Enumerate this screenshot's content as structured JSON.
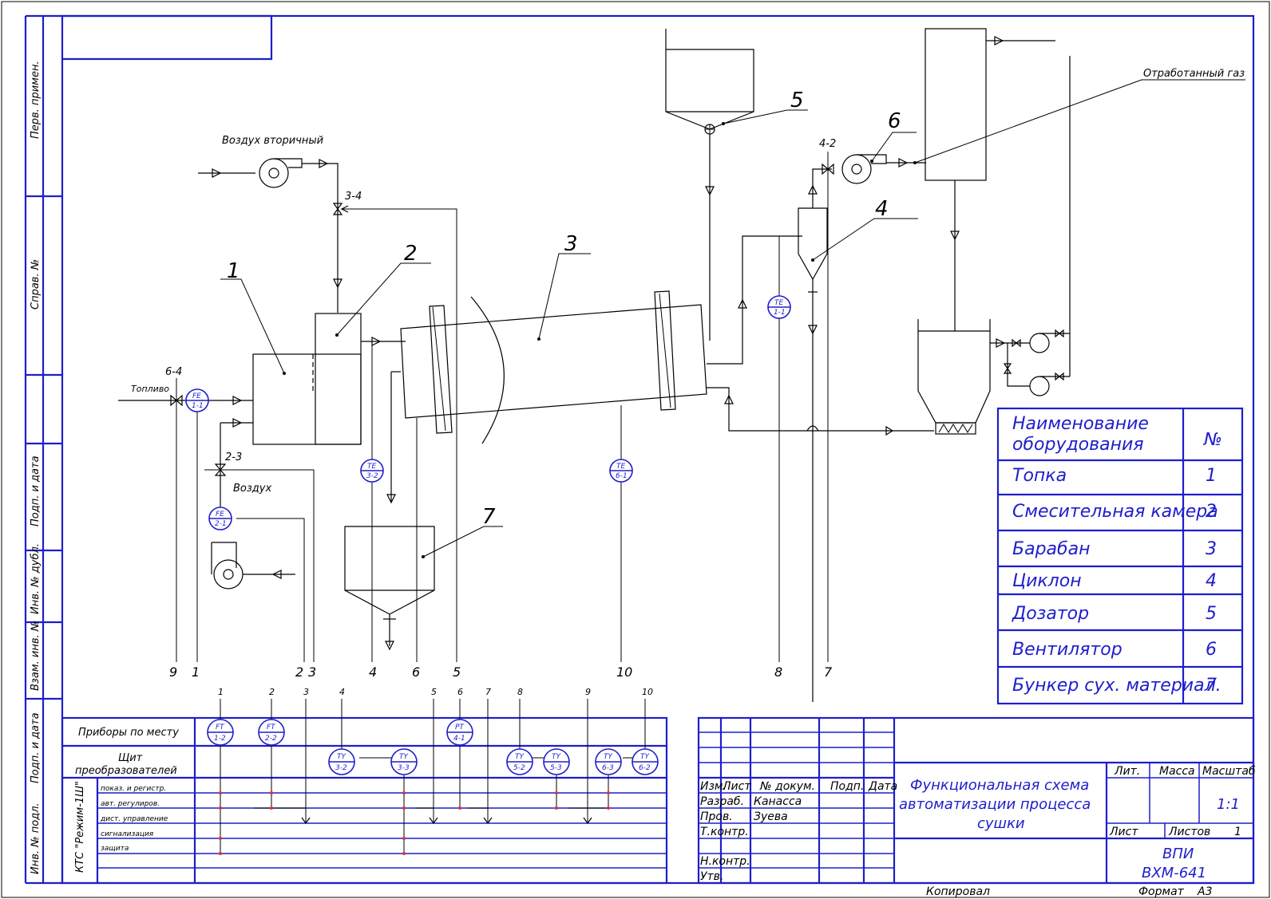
{
  "side_labels": [
    "Перв. примен.",
    "Справ. №",
    "Подп. и дата",
    "Инв. № дубл.",
    "Взам. инв. №",
    "Подп. и дата",
    "Инв. № подл."
  ],
  "streams": {
    "secondary_air": "Воздух вторичный",
    "fuel": "Топливо",
    "air": "Воздух",
    "exhaust_gas": "Отработанный газ"
  },
  "equipment_callouts": [
    "1",
    "2",
    "3",
    "4",
    "5",
    "6",
    "7"
  ],
  "valve_tags": [
    "3-4",
    "6-4",
    "2-3",
    "4-2"
  ],
  "devices": [
    {
      "tag": "FE",
      "num": "1-1"
    },
    {
      "tag": "FE",
      "num": "2-1"
    },
    {
      "tag": "TE",
      "num": "3-2"
    },
    {
      "tag": "TE",
      "num": "6-1"
    },
    {
      "tag": "TE",
      "num": "1-1"
    }
  ],
  "line_numbers": [
    "9",
    "1",
    "2",
    "3",
    "4",
    "6",
    "5",
    "10",
    "8",
    "7"
  ],
  "bottom_panel": {
    "row_field": "Приборы по месту",
    "row_shield": "Щит преобразователей",
    "kts_label": "КТС \"Режим-1Ш\"",
    "function_rows": [
      "показ. и регистр.",
      "авт. регулиров.",
      "дист. управление",
      "сигнализация",
      "защита"
    ],
    "column_numbers": [
      "1",
      "2",
      "3",
      "4",
      "5",
      "6",
      "7",
      "8",
      "9",
      "10"
    ],
    "field_devices": [
      {
        "tag": "FT",
        "num": "1-2"
      },
      {
        "tag": "FT",
        "num": "2-2"
      },
      {
        "tag": "PT",
        "num": "4-1"
      }
    ],
    "shield_devices": [
      {
        "tag": "TY",
        "num": "3-2"
      },
      {
        "tag": "TY",
        "num": "3-3"
      },
      {
        "tag": "TY",
        "num": "5-2"
      },
      {
        "tag": "TY",
        "num": "5-3"
      },
      {
        "tag": "TY",
        "num": "6-3"
      },
      {
        "tag": "TY",
        "num": "6-2"
      }
    ]
  },
  "equipment_table": {
    "header_name": "Наименование оборудования",
    "header_num": "№",
    "rows": [
      {
        "name": "Топка",
        "num": "1"
      },
      {
        "name": "Смесительная камера",
        "num": "2"
      },
      {
        "name": "Барабан",
        "num": "3"
      },
      {
        "name": "Циклон",
        "num": "4"
      },
      {
        "name": "Дозатор",
        "num": "5"
      },
      {
        "name": "Вентилятор",
        "num": "6"
      },
      {
        "name": "Бункер сух. материал.",
        "num": "7"
      }
    ]
  },
  "title_block": {
    "headers": [
      "Изм.",
      "Лист",
      "№ докум.",
      "Подп.",
      "Дата"
    ],
    "roles": [
      "Разраб.",
      "Пров.",
      "Т.контр.",
      "Н.контр.",
      "Утв."
    ],
    "developer": "Канасса",
    "checker": "Зуева",
    "title_line1": "Функциональная схема",
    "title_line2": "автоматизации процесса",
    "title_line3": "сушки",
    "lit": "Лит.",
    "mass": "Масса",
    "scale_label": "Масштаб",
    "scale_value": "1:1",
    "sheet_label": "Лист",
    "sheets_label": "Листов",
    "sheets_value": "1",
    "org1": "ВПИ",
    "org2": "ВХМ-641",
    "copied": "Копировал",
    "format_label": "Формат",
    "format_value": "А3"
  }
}
